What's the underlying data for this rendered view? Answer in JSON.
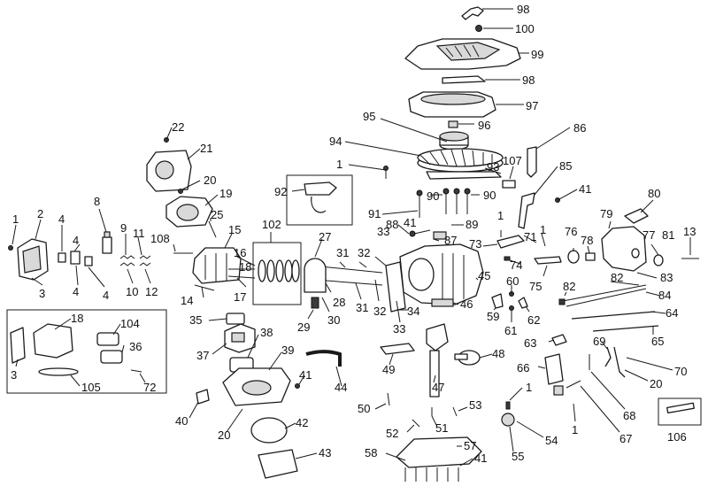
{
  "diagram": {
    "accent_color": "#1a1a1a",
    "callouts": [
      {
        "id": "c98a",
        "text": "98"
      },
      {
        "id": "c100",
        "text": "100"
      },
      {
        "id": "c99",
        "text": "99"
      },
      {
        "id": "c98b",
        "text": "98"
      },
      {
        "id": "c97",
        "text": "97"
      },
      {
        "id": "c95",
        "text": "95"
      },
      {
        "id": "c96",
        "text": "96"
      },
      {
        "id": "c86",
        "text": "86"
      },
      {
        "id": "c94",
        "text": "94"
      },
      {
        "id": "c1a",
        "text": "1"
      },
      {
        "id": "c93",
        "text": "93"
      },
      {
        "id": "c107",
        "text": "107"
      },
      {
        "id": "c85",
        "text": "85"
      },
      {
        "id": "c92",
        "text": "92"
      },
      {
        "id": "c90a",
        "text": "90"
      },
      {
        "id": "c90b",
        "text": "90"
      },
      {
        "id": "c41a",
        "text": "41"
      },
      {
        "id": "c80",
        "text": "80"
      },
      {
        "id": "c91",
        "text": "91"
      },
      {
        "id": "c41b",
        "text": "41"
      },
      {
        "id": "c89",
        "text": "89"
      },
      {
        "id": "c1b",
        "text": "1"
      },
      {
        "id": "c79",
        "text": "79"
      },
      {
        "id": "c88",
        "text": "88"
      },
      {
        "id": "c87",
        "text": "87"
      },
      {
        "id": "c73",
        "text": "73"
      },
      {
        "id": "c71",
        "text": "71"
      },
      {
        "id": "c1c",
        "text": "1"
      },
      {
        "id": "c76",
        "text": "76"
      },
      {
        "id": "c77",
        "text": "77"
      },
      {
        "id": "c81",
        "text": "81"
      },
      {
        "id": "c13",
        "text": "13"
      },
      {
        "id": "c78",
        "text": "78"
      },
      {
        "id": "c74",
        "text": "74"
      },
      {
        "id": "c75",
        "text": "75"
      },
      {
        "id": "c83",
        "text": "83"
      },
      {
        "id": "c82a",
        "text": "82"
      },
      {
        "id": "c82b",
        "text": "82"
      },
      {
        "id": "c84",
        "text": "84"
      },
      {
        "id": "c64",
        "text": "64"
      },
      {
        "id": "c65",
        "text": "65"
      },
      {
        "id": "c60",
        "text": "60"
      },
      {
        "id": "c62",
        "text": "62"
      },
      {
        "id": "c59",
        "text": "59"
      },
      {
        "id": "c61",
        "text": "61"
      },
      {
        "id": "c45",
        "text": "45"
      },
      {
        "id": "c46",
        "text": "46"
      },
      {
        "id": "c34",
        "text": "34"
      },
      {
        "id": "c33a",
        "text": "33"
      },
      {
        "id": "c33b",
        "text": "33"
      },
      {
        "id": "c32a",
        "text": "32"
      },
      {
        "id": "c32b",
        "text": "32"
      },
      {
        "id": "c31a",
        "text": "31"
      },
      {
        "id": "c31b",
        "text": "31"
      },
      {
        "id": "c27",
        "text": "27"
      },
      {
        "id": "c28",
        "text": "28"
      },
      {
        "id": "c29",
        "text": "29"
      },
      {
        "id": "c30",
        "text": "30"
      },
      {
        "id": "c102",
        "text": "102"
      },
      {
        "id": "c22",
        "text": "22"
      },
      {
        "id": "c21",
        "text": "21"
      },
      {
        "id": "c20a",
        "text": "20"
      },
      {
        "id": "c19",
        "text": "19"
      },
      {
        "id": "c25",
        "text": "25"
      },
      {
        "id": "c108",
        "text": "108"
      },
      {
        "id": "c15",
        "text": "15"
      },
      {
        "id": "c16",
        "text": "16"
      },
      {
        "id": "c18a",
        "text": "18"
      },
      {
        "id": "c17",
        "text": "17"
      },
      {
        "id": "c14",
        "text": "14"
      },
      {
        "id": "c8",
        "text": "8"
      },
      {
        "id": "c9",
        "text": "9"
      },
      {
        "id": "c11",
        "text": "11"
      },
      {
        "id": "c10",
        "text": "10"
      },
      {
        "id": "c12",
        "text": "12"
      },
      {
        "id": "c1d",
        "text": "1"
      },
      {
        "id": "c2",
        "text": "2"
      },
      {
        "id": "c4a",
        "text": "4"
      },
      {
        "id": "c4b",
        "text": "4"
      },
      {
        "id": "c4c",
        "text": "4"
      },
      {
        "id": "c4d",
        "text": "4"
      },
      {
        "id": "c3a",
        "text": "3"
      },
      {
        "id": "c18b",
        "text": "18"
      },
      {
        "id": "c104",
        "text": "104"
      },
      {
        "id": "c36",
        "text": "36"
      },
      {
        "id": "c3b",
        "text": "3"
      },
      {
        "id": "c105",
        "text": "105"
      },
      {
        "id": "c72",
        "text": "72"
      },
      {
        "id": "c35",
        "text": "35"
      },
      {
        "id": "c38",
        "text": "38"
      },
      {
        "id": "c37",
        "text": "37"
      },
      {
        "id": "c39",
        "text": "39"
      },
      {
        "id": "c44",
        "text": "44"
      },
      {
        "id": "c41c",
        "text": "41"
      },
      {
        "id": "c40",
        "text": "40"
      },
      {
        "id": "c20b",
        "text": "20"
      },
      {
        "id": "c42",
        "text": "42"
      },
      {
        "id": "c43",
        "text": "43"
      },
      {
        "id": "c49",
        "text": "49"
      },
      {
        "id": "c48",
        "text": "48"
      },
      {
        "id": "c47",
        "text": "47"
      },
      {
        "id": "c50",
        "text": "50"
      },
      {
        "id": "c53",
        "text": "53"
      },
      {
        "id": "c51",
        "text": "51"
      },
      {
        "id": "c52",
        "text": "52"
      },
      {
        "id": "c57",
        "text": "57"
      },
      {
        "id": "c58",
        "text": "58"
      },
      {
        "id": "c41d",
        "text": "41"
      },
      {
        "id": "c1e",
        "text": "1"
      },
      {
        "id": "c54",
        "text": "54"
      },
      {
        "id": "c55",
        "text": "55"
      },
      {
        "id": "c63",
        "text": "63"
      },
      {
        "id": "c66",
        "text": "66"
      },
      {
        "id": "c69",
        "text": "69"
      },
      {
        "id": "c70",
        "text": "70"
      },
      {
        "id": "c20c",
        "text": "20"
      },
      {
        "id": "c68",
        "text": "68"
      },
      {
        "id": "c1f",
        "text": "1"
      },
      {
        "id": "c67",
        "text": "67"
      },
      {
        "id": "c106",
        "text": "106"
      }
    ]
  }
}
